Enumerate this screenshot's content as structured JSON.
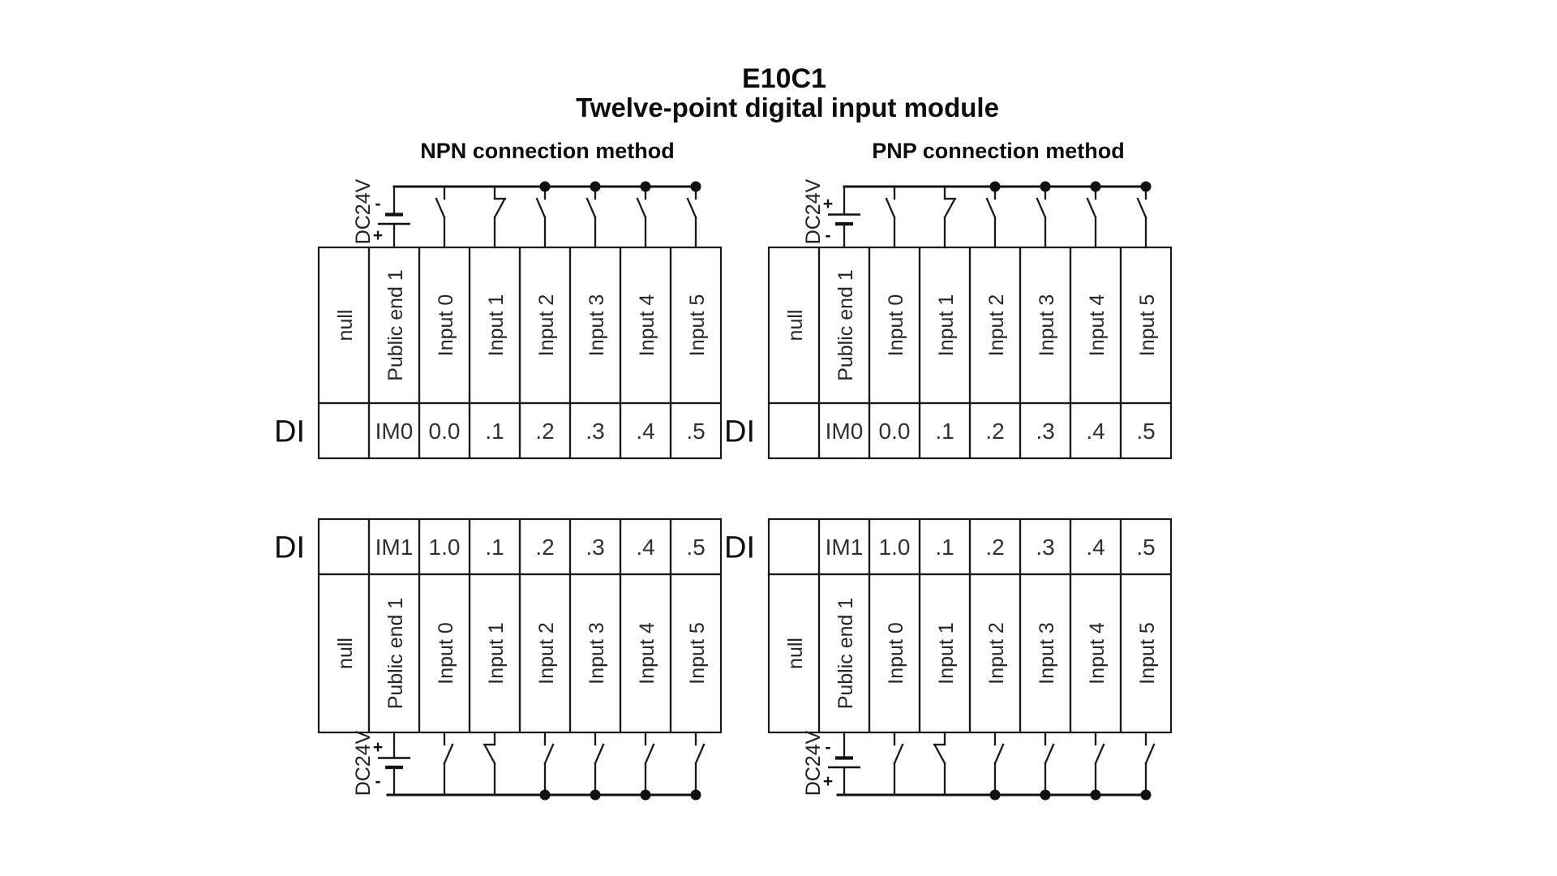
{
  "page": {
    "title": "E10C1",
    "subtitle": "Twelve-point digital input module"
  },
  "sections": {
    "npn_label": "NPN connection method",
    "pnp_label": "PNP connection method"
  },
  "table": {
    "di_label": "DI",
    "columns": [
      "null",
      "Public end 1",
      "Input 0",
      "Input 1",
      "Input 2",
      "Input 3",
      "Input 4",
      "Input 5"
    ]
  },
  "diagrams": [
    {
      "id": "npn-top",
      "connection": "NPN",
      "position": "top",
      "power_label": "DC24V",
      "terminal_top": "-",
      "terminal_bottom": "+",
      "di_values": [
        "",
        "IM0",
        "0.0",
        ".1",
        ".2",
        ".3",
        ".4",
        ".5"
      ]
    },
    {
      "id": "pnp-top",
      "connection": "PNP",
      "position": "top",
      "power_label": "DC24V",
      "terminal_top": "+",
      "terminal_bottom": "-",
      "di_values": [
        "",
        "IM0",
        "0.0",
        ".1",
        ".2",
        ".3",
        ".4",
        ".5"
      ]
    },
    {
      "id": "npn-bottom",
      "connection": "NPN",
      "position": "bottom",
      "power_label": "DC24V",
      "terminal_top": "+",
      "terminal_bottom": "-",
      "di_values": [
        "",
        "IM1",
        "1.0",
        ".1",
        ".2",
        ".3",
        ".4",
        ".5"
      ]
    },
    {
      "id": "pnp-bottom",
      "connection": "PNP",
      "position": "bottom",
      "power_label": "DC24V",
      "terminal_top": "-",
      "terminal_bottom": "+",
      "di_values": [
        "",
        "IM1",
        "1.0",
        ".1",
        ".2",
        ".3",
        ".4",
        ".5"
      ]
    }
  ],
  "wiring": {
    "junction_dots_on_inputs": [
      "Input 2",
      "Input 3",
      "Input 4",
      "Input 5"
    ],
    "switches_on_inputs": [
      "Input 0",
      "Input 1",
      "Input 2",
      "Input 3",
      "Input 4",
      "Input 5"
    ]
  },
  "colors": {
    "background": "#ffffff",
    "line": "#1a1a1a",
    "text": "#111111",
    "value_text": "#2e3138"
  }
}
